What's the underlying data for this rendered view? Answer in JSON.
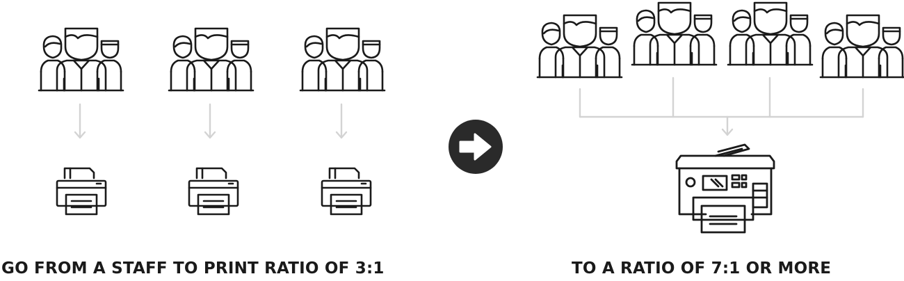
{
  "captions": {
    "left": "GO FROM A STAFF TO PRINT RATIO OF 3:1",
    "right": "TO A RATIO OF 7:1 OR MORE"
  },
  "colors": {
    "ink": "#1a1a1a",
    "connector": "#d3d3d3",
    "arrow_circle": "#2a2a2a",
    "arrow_glyph": "#ffffff",
    "background": "#ffffff"
  },
  "icons": {
    "staff_group": "people-group-icon",
    "desktop_printer": "printer-icon",
    "multifunction_printer": "multifunction-printer-icon",
    "transition": "arrow-right-circle-icon"
  },
  "left_side": {
    "staff_groups": 3,
    "printers": 3
  },
  "right_side": {
    "staff_groups": 4,
    "printers": 1
  }
}
